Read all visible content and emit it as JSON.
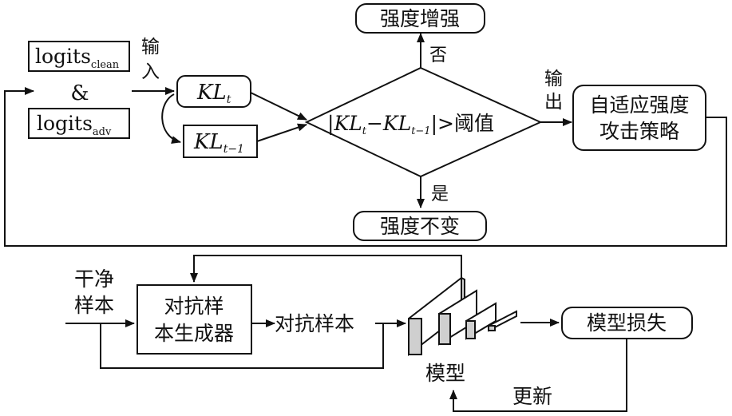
{
  "nodes": {
    "logits_clean": {
      "main": "logits",
      "sub": "clean"
    },
    "amp": "&",
    "logits_adv": {
      "main": "logits",
      "sub": "adv"
    },
    "kl_t": {
      "main": "KL",
      "sub": "t"
    },
    "kl_t1": {
      "main": "KL",
      "sub": "t−1"
    },
    "decision": {
      "bar_l": "|",
      "kl1": "KL",
      "sub1": "t",
      "minus": "−",
      "kl2": "KL",
      "sub2": "t−1",
      "tail": "|>阈值"
    },
    "strength_up": "强度增强",
    "strength_same": "强度不变",
    "adaptive": {
      "line1": "自适应强度",
      "line2": "攻击策略"
    },
    "clean_sample": {
      "line1": "干净",
      "line2": "样本"
    },
    "generator": {
      "line1": "对抗样",
      "line2": "本生成器"
    },
    "adv_sample": "对抗样本",
    "model": "模型",
    "model_loss": "模型损失"
  },
  "edge_labels": {
    "input": {
      "line1": "输",
      "line2": "入"
    },
    "output": {
      "line1": "输",
      "line2": "出"
    },
    "no": "否",
    "yes": "是",
    "update": "更新"
  }
}
